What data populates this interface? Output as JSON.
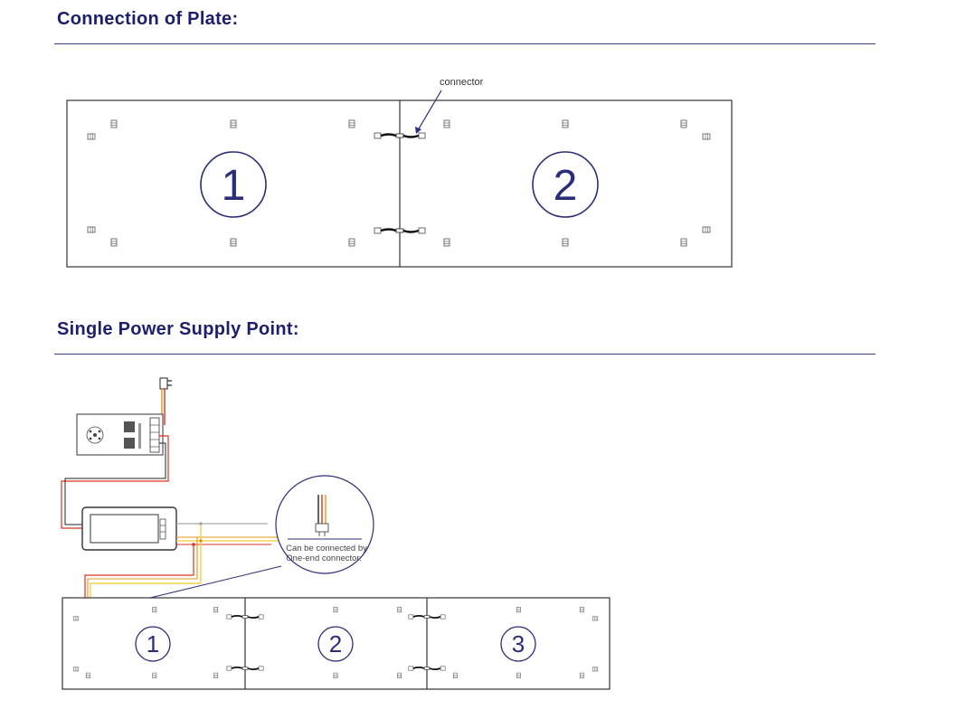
{
  "sections": {
    "connection": {
      "title": "Connection of Plate:"
    },
    "power": {
      "title": "Single Power Supply Point:"
    }
  },
  "diagram1": {
    "connector_label": "connector",
    "plate_numbers": [
      "1",
      "2"
    ]
  },
  "diagram2": {
    "callout_line1": "Can be connected by",
    "callout_line2": "One-end connector.",
    "plate_numbers": [
      "1",
      "2",
      "3"
    ]
  },
  "colors": {
    "title": "#1c1f6b",
    "circle_stroke": "#2a2d7a",
    "wire_red": "#d9331f",
    "wire_orange": "#e8941a",
    "wire_yellow": "#f2d64b",
    "wire_gray": "#a8a8a8",
    "callout_stroke": "#2a2d7a"
  },
  "icons": [
    "connector-plug-icon",
    "power-plug-icon",
    "power-supply-icon",
    "controller-icon",
    "magnet-icon"
  ]
}
